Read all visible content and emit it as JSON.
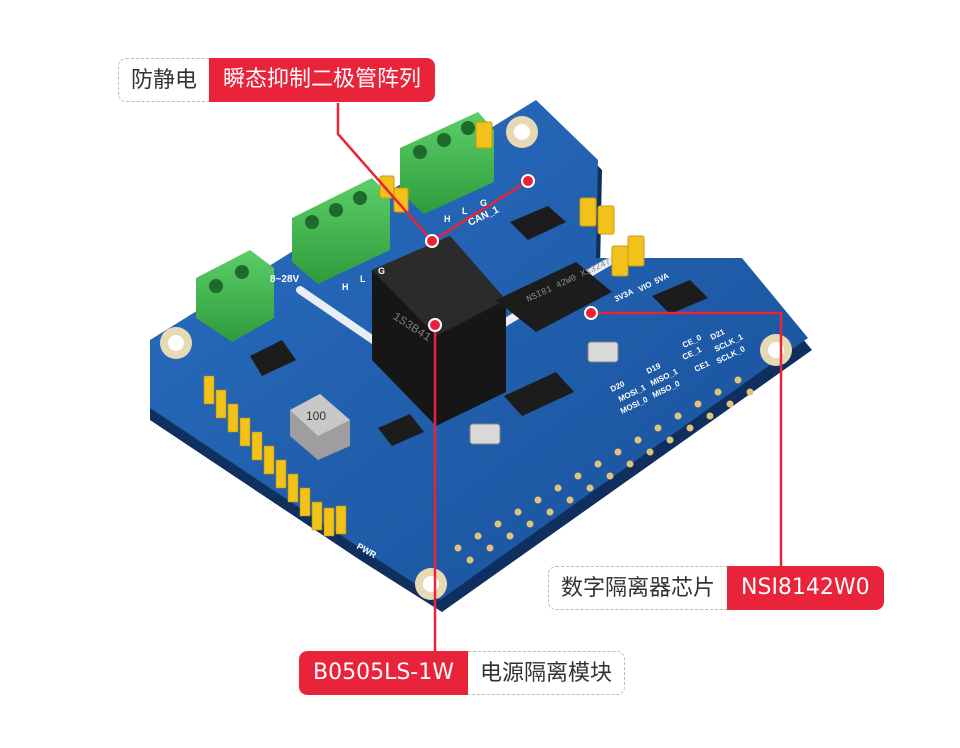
{
  "callouts": {
    "tvs": {
      "grey_text": "防静电",
      "red_text": "瞬态抑制二极管阵列"
    },
    "isolator": {
      "grey_text": "数字隔离器芯片",
      "red_text": "NSI8142W0"
    },
    "power": {
      "red_text": "B0505LS-1W",
      "grey_text": "电源隔离模块"
    }
  },
  "board_labels": {
    "can_label": "CAN_1",
    "voltage_label": "8~28V",
    "terminal_h": "H",
    "terminal_l": "L",
    "terminal_g": "G",
    "power_module_text": "1S3B41",
    "isolator_chip_text": "NSI81 42W0 X13247",
    "inductor_text": "100",
    "pwr_label": "PWR",
    "header_labels": [
      "D20",
      "D19",
      "D21",
      "MOSI_1",
      "MISO_1",
      "SCLK_1",
      "MOSI_0",
      "MISO_0",
      "SCLK_0",
      "CE_1",
      "CE1",
      "CE_0",
      "3V3A",
      "VIO",
      "5VA"
    ]
  },
  "colors": {
    "pcb_blue": "#1f5fae",
    "pcb_dark": "#153f7a",
    "terminal_green": "#3bb54a",
    "jumper_yellow": "#f2c21a",
    "accent_red": "#e8233a"
  }
}
